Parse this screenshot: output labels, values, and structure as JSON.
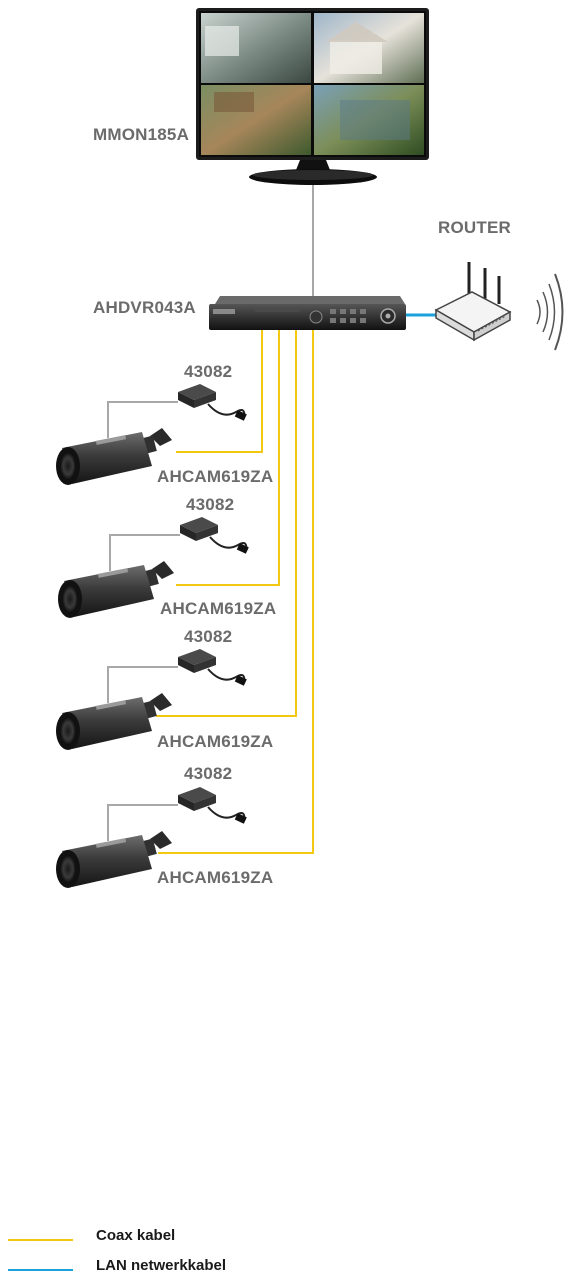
{
  "devices": {
    "monitor": {
      "label": "MMON185A"
    },
    "router": {
      "label": "ROUTER"
    },
    "dvr": {
      "label": "AHDVR043A"
    },
    "cameras": [
      {
        "adapter_label": "43082",
        "camera_label": "AHCAM619ZA"
      },
      {
        "adapter_label": "43082",
        "camera_label": "AHCAM619ZA"
      },
      {
        "adapter_label": "43082",
        "camera_label": "AHCAM619ZA"
      },
      {
        "adapter_label": "43082",
        "camera_label": "AHCAM619ZA"
      }
    ]
  },
  "legend": {
    "items": [
      {
        "label": "Coax kabel",
        "color": "#f2c811"
      },
      {
        "label": "LAN netwerkkabel",
        "color": "#1ba1dc"
      }
    ]
  },
  "colors": {
    "coax": "#f2c811",
    "lan": "#1ba1dc",
    "power": "#a8a8a8",
    "hdmi": "#a8a8a8"
  },
  "icons": [
    "monitor-icon",
    "dvr-icon",
    "router-icon",
    "wifi-icon",
    "power-adapter-icon",
    "bullet-camera-icon"
  ]
}
